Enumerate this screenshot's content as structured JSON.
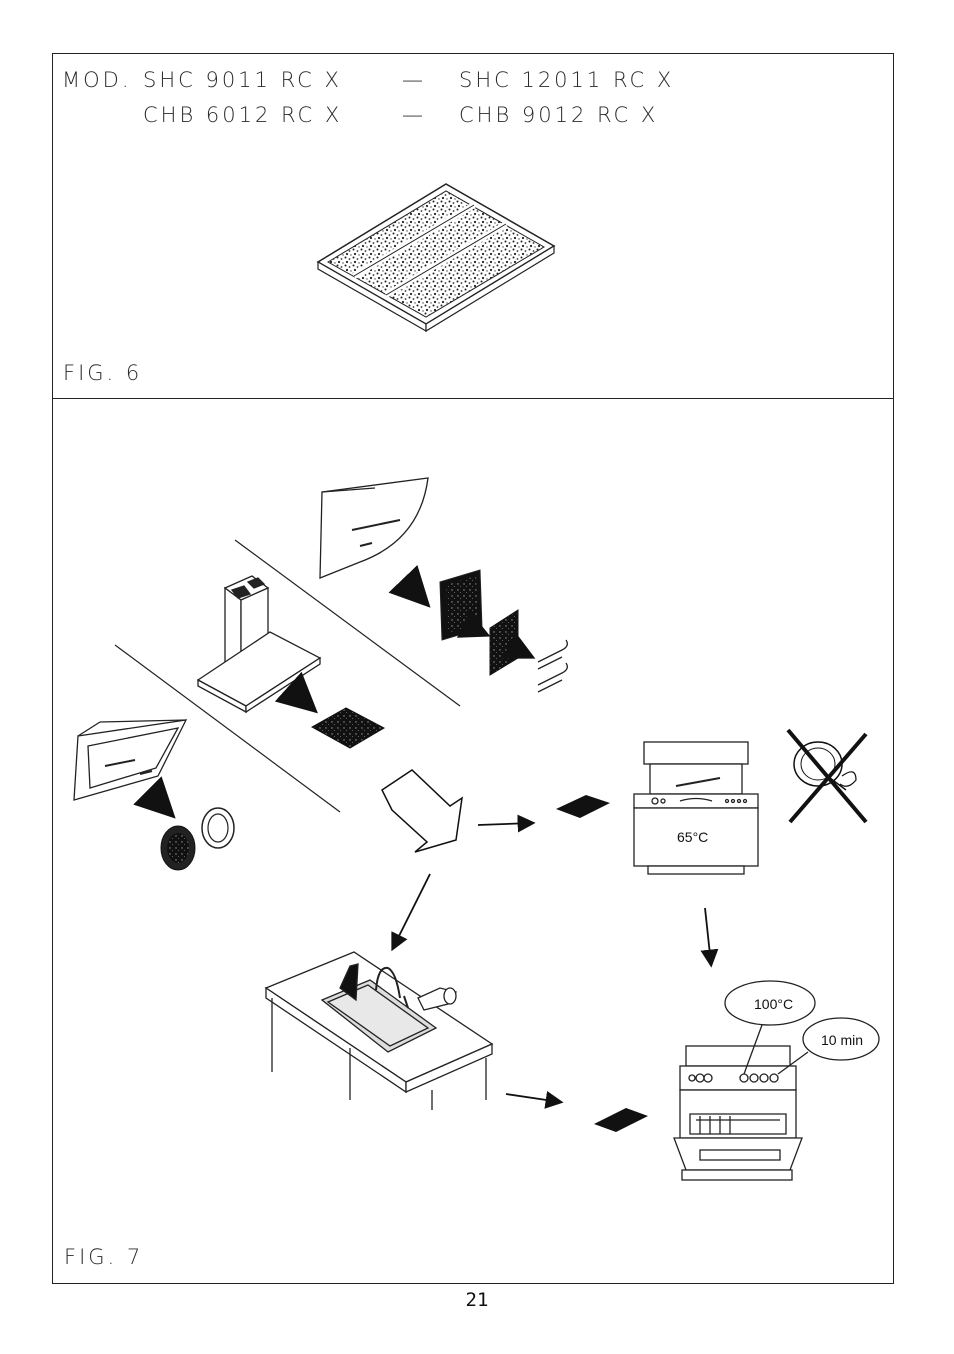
{
  "header": {
    "mod_label": "MOD.",
    "row1": [
      "SHC 9011 RC X",
      "—",
      "SHC 12011 RC X"
    ],
    "row2": [
      "CHB 6012 RC X",
      "—",
      "CHB 9012 RC X"
    ]
  },
  "figures": {
    "fig6_label": "FIG. 6",
    "fig7_label": "FIG. 7"
  },
  "fig7": {
    "dishwasher_temp": "65°C",
    "oven_temp": "100°C",
    "oven_time": "10 min"
  },
  "page_number": "21"
}
